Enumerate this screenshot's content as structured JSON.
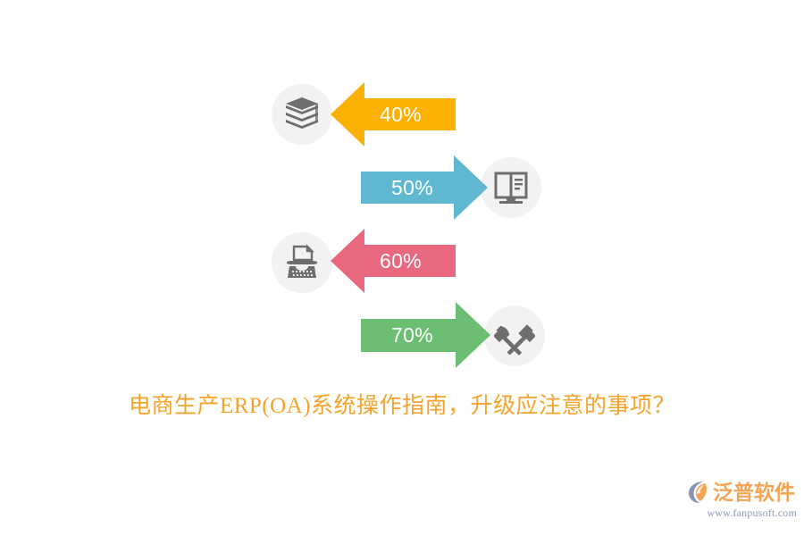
{
  "chart_data": {
    "type": "bar",
    "title": "",
    "categories": [
      "books",
      "open-book",
      "typewriter",
      "hammers"
    ],
    "values": [
      40,
      50,
      60,
      70
    ],
    "labels": [
      "40%",
      "50%",
      "60%",
      "70%"
    ],
    "colors": [
      "#FBB004",
      "#60B8D0",
      "#E8697F",
      "#6CBE72"
    ],
    "directions": [
      "left",
      "right",
      "left",
      "right"
    ],
    "xlabel": "",
    "ylabel": "",
    "legend": "none",
    "grid": false
  },
  "diagram": {
    "rows": [
      {
        "value_label": "40%",
        "color": "#FBB004",
        "direction": "left",
        "icon": "stacked-books-icon",
        "icon_side": "left"
      },
      {
        "value_label": "50%",
        "color": "#60B8D0",
        "direction": "right",
        "icon": "open-book-icon",
        "icon_side": "right"
      },
      {
        "value_label": "60%",
        "color": "#E8697F",
        "direction": "left",
        "icon": "typewriter-icon",
        "icon_side": "left"
      },
      {
        "value_label": "70%",
        "color": "#6CBE72",
        "direction": "right",
        "icon": "crossed-hammers-icon",
        "icon_side": "right"
      }
    ]
  },
  "caption": {
    "text": "电商生产ERP(OA)系统操作指南，升级应注意的事项？",
    "color": "#F5A32A"
  },
  "logo": {
    "brand": "泛普软件",
    "url": "www.fanpusoft.com",
    "brand_color": "#F5A454",
    "url_color": "#8C9BB5",
    "mark_icon": "fanpu-swirl-icon"
  },
  "theme": {
    "background": "#FFFFFF",
    "badge_background": "#F2F2F2",
    "icon_color": "#6E6E6E"
  }
}
